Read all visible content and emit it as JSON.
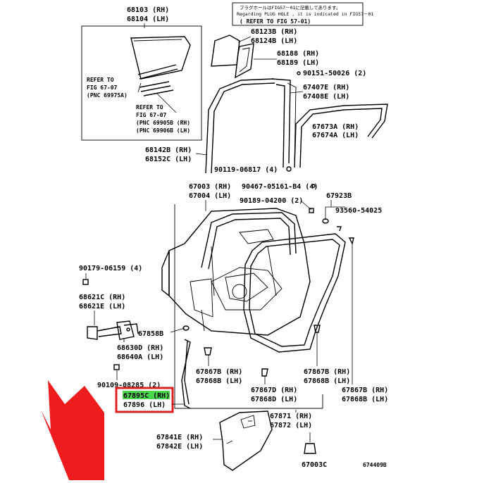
{
  "note_box": {
    "line1": "プラグホールはFIG57－01に記載してあります。",
    "line2": "Regarding PLUG HOLE , it is indicated in FIG57－01",
    "line3": "(  REFER TO FIG 57-01)"
  },
  "refer1": {
    "line1": "REFER TO",
    "line2": "FIG 67-07",
    "line3": "(PNC 69975A)"
  },
  "refer2": {
    "line1": "REFER TO",
    "line2": "FIG 67-07",
    "line3": "(PNC 69905B (RH)",
    "line4": "(PNC 69906B (LH)"
  },
  "labels": {
    "p68103": "68103 (RH)",
    "p68104": "68104 (LH)",
    "p68123B": "68123B (RH)",
    "p68124B": "68124B (LH)",
    "p68188": "68188 (RH)",
    "p68189": "68189 (LH)",
    "p90151": "90151-50026 (2)",
    "p67407E": "67407E (RH)",
    "p67408E": "67408E (LH)",
    "p67673A": "67673A (RH)",
    "p67674A": "67674A (LH)",
    "p68142B": "68142B (RH)",
    "p68152C": "68152C (LH)",
    "p90119": "90119-06817 (4)",
    "p90467": "90467-05161-B4 (4)",
    "p67003": "67003 (RH)",
    "p67004": "67004 (LH)",
    "p67923B": "67923B",
    "p90189": "90189-04200 (2)",
    "p93560": "93560-54025",
    "p90179": "90179-06159 (4)",
    "p68621C": "68621C (RH)",
    "p68621E": "68621E (LH)",
    "p67858B": "67858B",
    "p68630D": "68630D (RH)",
    "p68640A": "68640A (LH)",
    "p90109": "90109-08285 (2)",
    "p67867B_l": "67867B (RH)",
    "p67868B_l": "67868B (LH)",
    "p67867B_r": "67867B (RH)",
    "p67868B_r": "67868B (LH)",
    "p67867D": "67867D (RH)",
    "p67868D": "67868D (LH)",
    "p67867B_rr": "67867B (RH)",
    "p67868B_rr": "67868B (LH)",
    "p67895C": "67895C (RH)",
    "p67896": "67896 (LH)",
    "p67871": "67871 (RH)",
    "p67872": "67872 (LH)",
    "p67841E": "67841E (RH)",
    "p67842E": "67842E (LH)",
    "p67003C": "67003C",
    "fig_code": "674409B"
  },
  "colors": {
    "highlight_box": "#e0201f",
    "highlight_fill": "#49d64a",
    "arrow": "#ee1c1c"
  }
}
